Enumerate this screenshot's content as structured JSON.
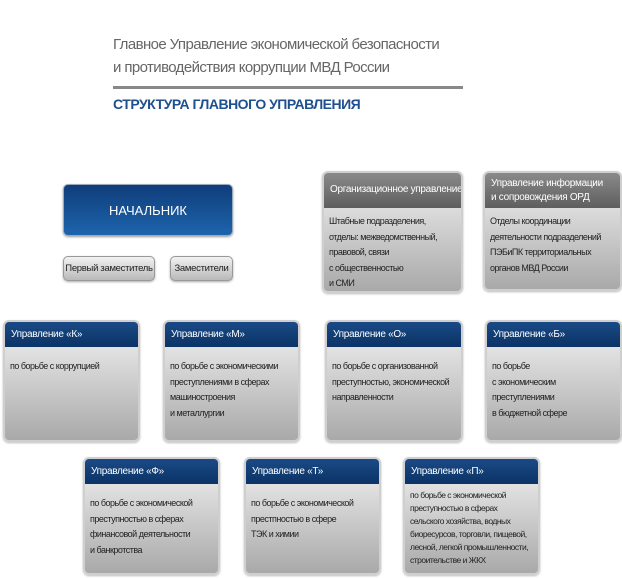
{
  "header": {
    "subtitle_line1": "Главное Управление  экономической безопасности",
    "subtitle_line2": "и противодействия коррупции МВД России",
    "title": "СТРУКТУРА ГЛАВНОГО УПРАВЛЕНИЯ"
  },
  "chief": {
    "label": "НАЧАЛЬНИК",
    "first_deputy": "Первый заместитель",
    "deputies": "Заместители"
  },
  "support": [
    {
      "title": "Организационное управление",
      "body": "Штабные подразделения,\nотделы: межведомственный,\nправовой, связи\nс общественностью\nи СМИ"
    },
    {
      "title": "Управление информации\nи сопровождения ОРД",
      "body": "Отделы координации\nдеятельности подразделений\nПЭБиПК территориальных\nорганов МВД России"
    }
  ],
  "departments": [
    {
      "title": "Управление «К»",
      "body": "по борьбе с коррупцией"
    },
    {
      "title": "Управление «М»",
      "body": "по борьбе с экономическими\nпреступлениями в сферах\nмашиностроения\nи металлургии"
    },
    {
      "title": "Управление «О»",
      "body": "по борьбе с организованной\nпреступностью, экономической\nнаправленности"
    },
    {
      "title": "Управление «Б»",
      "body": "по борьбе\nс экономическим\nпреступлениями\nв бюджетной сфере"
    },
    {
      "title": "Управление «Ф»",
      "body": "по борьбе с экономической\nпреступностью в сферах\nфинансовой деятельности\nи банкротства"
    },
    {
      "title": "Управление «Т»",
      "body": "по борьбе с экономической\nпрестпностью в сфере\nТЭК и химии"
    },
    {
      "title": "Управление «П»",
      "body": "по борьбе с экономической\nпреступностью в сферах\nсельского хозяйства, водных\nбиоресурсов, торговли, пищевой,\nлесной, легкой промышленности,\nстроительстве и ЖКХ"
    }
  ]
}
